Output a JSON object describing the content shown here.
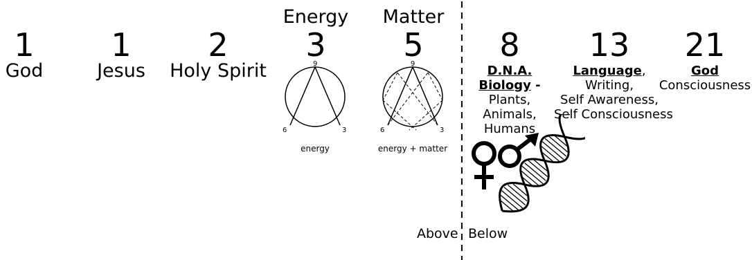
{
  "sequence": [
    {
      "number": "1",
      "label": "God"
    },
    {
      "number": "1",
      "label": "Jesus"
    },
    {
      "number": "2",
      "label": "Holy Spirit"
    },
    {
      "number": "3",
      "heading": "Energy",
      "caption": "energy"
    },
    {
      "number": "5",
      "heading": "Matter",
      "caption": "energy + matter"
    },
    {
      "number": "8",
      "title1": "D.N.A.",
      "title2": "Biology",
      "title2_suffix": " -",
      "lines": [
        "Plants,",
        "Animals,",
        "Humans"
      ]
    },
    {
      "number": "13",
      "title": "Language",
      "title_suffix": ",",
      "lines": [
        "Writing,",
        "Self Awareness,",
        "Self Consciousness"
      ]
    },
    {
      "number": "21",
      "title": "God",
      "lines": [
        "Consciousness"
      ]
    }
  ],
  "circle_labels": {
    "top": "9",
    "left": "6",
    "right": "3"
  },
  "divider": {
    "left_label": "Above",
    "right_label": "Below"
  },
  "symbols": {
    "female": "female-symbol-icon",
    "male": "male-symbol-icon",
    "dna": "dna-helix-icon"
  }
}
